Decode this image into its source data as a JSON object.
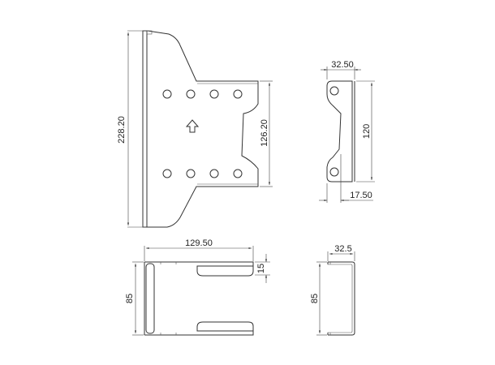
{
  "drawing": {
    "views": {
      "front": {
        "height_label": "228.20",
        "inner_height_label": "126.20"
      },
      "side": {
        "width_label": "32.50",
        "height_label": "120",
        "offset_label": "17.50"
      },
      "top": {
        "width_label": "129.50",
        "depth_label": "85",
        "lip_label": "15"
      },
      "end": {
        "width_label": "32.5",
        "depth_label": "85"
      }
    }
  }
}
